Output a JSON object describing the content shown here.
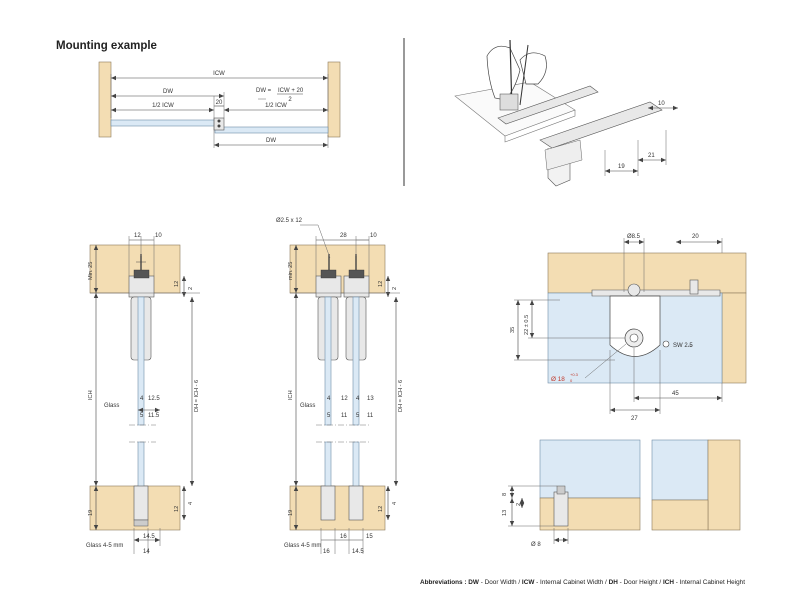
{
  "title": "Mounting example",
  "top_left": {
    "icw": "ICW",
    "dw": "DW",
    "half_icw": "1/2 ICW",
    "gap": "20",
    "formula_left": "DW = ",
    "formula_num": "ICW + 20",
    "formula_den": "2",
    "dw_bottom": "DW"
  },
  "top_right": {
    "d10": "10",
    "d19": "19",
    "d21": "21"
  },
  "section_single": {
    "d12": "12",
    "d10": "10",
    "min25": "Min. 25",
    "r12": "12",
    "r2": "2",
    "ich": "ICH",
    "dh": "DH = ICH - 6",
    "glass": "Glass",
    "d4": "4",
    "d12_5": "12.5",
    "d5": "5",
    "d11_5": "11.5",
    "b19": "19",
    "b12": "12",
    "b4": "4",
    "glass_range": "Glass  4-5 mm",
    "d14_5": "14.5",
    "d14": "14"
  },
  "section_double": {
    "screw": "Ø2.5 x 12",
    "d28": "28",
    "d10": "10",
    "min25": "min. 25",
    "r12": "12",
    "r2": "2",
    "ich": "ICH",
    "dh": "DH = ICH - 6",
    "glass": "Glass",
    "d4a": "4",
    "d12a": "12",
    "d4b": "4",
    "d13": "13",
    "d5": "5",
    "d11": "11",
    "d5b": "5",
    "d11b": "11",
    "b19": "19",
    "b12": "12",
    "b4": "4",
    "glass_range": "Glass  4-5 mm",
    "d16": "16",
    "d15": "15",
    "d16b": "16",
    "d14_5": "14.5"
  },
  "detail_right": {
    "d8_5": "Ø8.5",
    "d20": "20",
    "d35": "35",
    "d22": "22 ± 0.5",
    "sw": "SW  2.5",
    "d18": "Ø 18",
    "tol_up": "+0.3",
    "tol_dn": "0",
    "d27": "27",
    "d45": "45"
  },
  "detail_bottom": {
    "d8": "8",
    "d2": "2",
    "d13": "13",
    "dia8": "Ø 8"
  },
  "footer": [
    {
      "t": "Abbreviations : ",
      "b": true
    },
    {
      "t": "DW",
      "b": true
    },
    {
      "t": " - Door Width / ",
      "b": false
    },
    {
      "t": "ICW",
      "b": true
    },
    {
      "t": " - Internal Cabinet Width / ",
      "b": false
    },
    {
      "t": "DH",
      "b": true
    },
    {
      "t": " - Door Height / ",
      "b": false
    },
    {
      "t": "ICH",
      "b": true
    },
    {
      "t": " - Internal Cabinet Height",
      "b": false
    }
  ]
}
